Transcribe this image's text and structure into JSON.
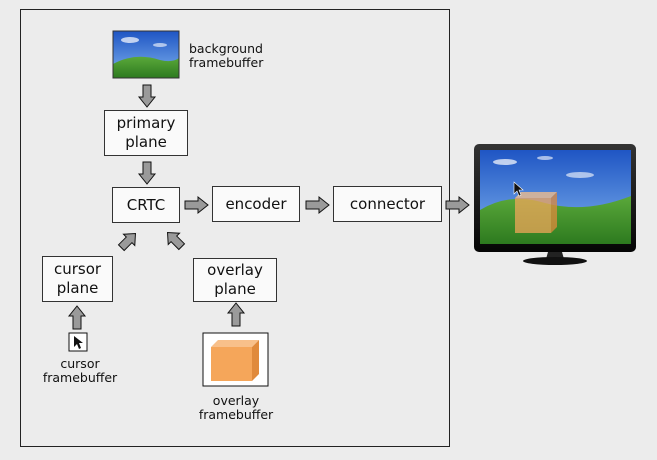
{
  "nodes": {
    "primary_plane": {
      "line1": "primary",
      "line2": "plane"
    },
    "crtc": {
      "label": "CRTC"
    },
    "encoder": {
      "label": "encoder"
    },
    "connector": {
      "label": "connector"
    },
    "cursor_plane": {
      "line1": "cursor",
      "line2": "plane"
    },
    "overlay_plane": {
      "line1": "overlay",
      "line2": "plane"
    }
  },
  "captions": {
    "background_fb": {
      "line1": "background",
      "line2": "framebuffer"
    },
    "cursor_fb": {
      "line1": "cursor",
      "line2": "framebuffer"
    },
    "overlay_fb": {
      "line1": "overlay",
      "line2": "framebuffer"
    }
  },
  "colors": {
    "sky": "#2d6fd6",
    "grass": "#3f8f2a",
    "cube": "#f5a65a",
    "arrow_fill": "#9a9a9a"
  }
}
